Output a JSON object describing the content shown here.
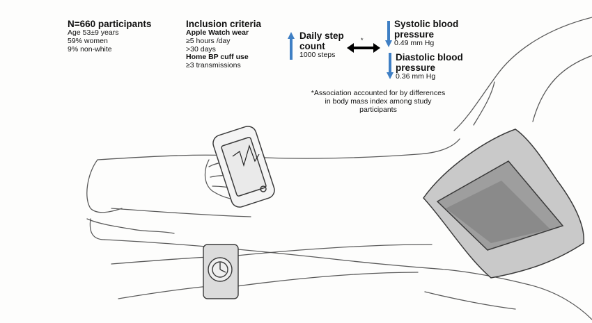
{
  "participants": {
    "title": "N=660 participants",
    "age": "Age 53±9 years",
    "women": "59% women",
    "nonwhite": "9% non-white"
  },
  "inclusion": {
    "title": "Inclusion criteria",
    "watch_heading": "Apple Watch wear",
    "watch_hours": "≥5 hours /day",
    "watch_days": ">30 days",
    "cuff_heading": "Home BP cuff use",
    "cuff_transmissions": "≥3 transmissions"
  },
  "steps": {
    "title": "Daily step count",
    "unit": "1000 steps"
  },
  "association_marker": "*",
  "systolic": {
    "title": "Systolic blood pressure",
    "value": "0.49 mm Hg"
  },
  "diastolic": {
    "title": "Diastolic blood pressure",
    "value": "0.36 mm Hg"
  },
  "footnote": "*Association accounted for by differences in body mass index among study participants",
  "colors": {
    "arrow_blue": "#3f7fc4",
    "sketch": "#555555"
  }
}
